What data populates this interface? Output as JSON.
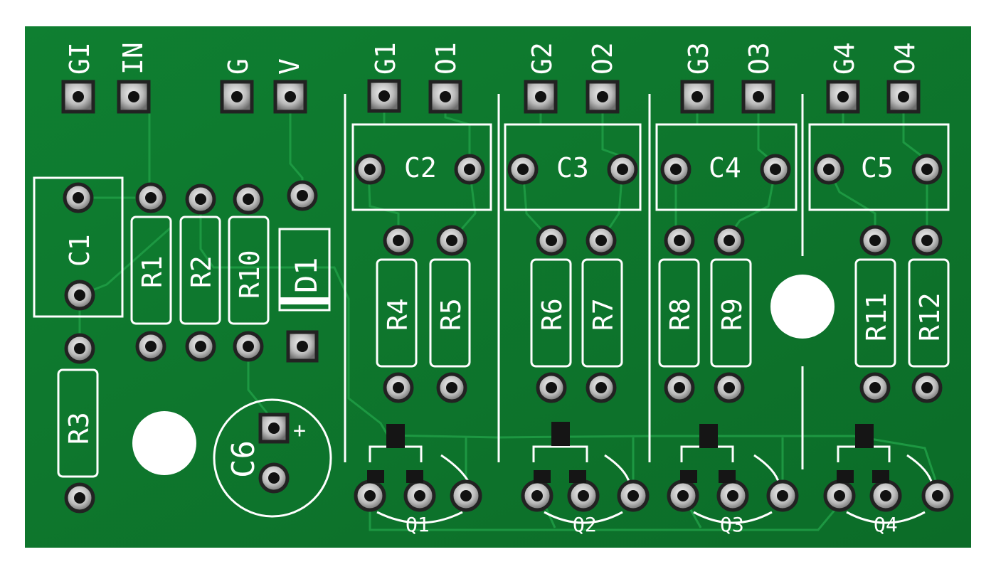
{
  "board": {
    "colors": {
      "background": "#ffffff",
      "soldermask": "#0e7a2e",
      "trace": "#1d9a43",
      "silkscreen": "#ffffff",
      "pad": "#d9d9d9",
      "hole": "#111111"
    }
  },
  "connectors": {
    "gi": "GI",
    "in": "IN",
    "g": "G",
    "v": "V",
    "g1": "G1",
    "o1": "O1",
    "g2": "G2",
    "o2": "O2",
    "g3": "G3",
    "o3": "O3",
    "g4": "G4",
    "o4": "O4"
  },
  "components": {
    "c1": "C1",
    "c2": "C2",
    "c3": "C3",
    "c4": "C4",
    "c5": "C5",
    "c6": "C6",
    "c6_polarity": "+",
    "r1": "R1",
    "r2": "R2",
    "r3": "R3",
    "r4": "R4",
    "r5": "R5",
    "r6": "R6",
    "r7": "R7",
    "r8": "R8",
    "r9": "R9",
    "r10": "R10",
    "r11": "R11",
    "r12": "R12",
    "d1": "D1",
    "q1": "Q1",
    "q2": "Q2",
    "q3": "Q3",
    "q4": "Q4"
  }
}
